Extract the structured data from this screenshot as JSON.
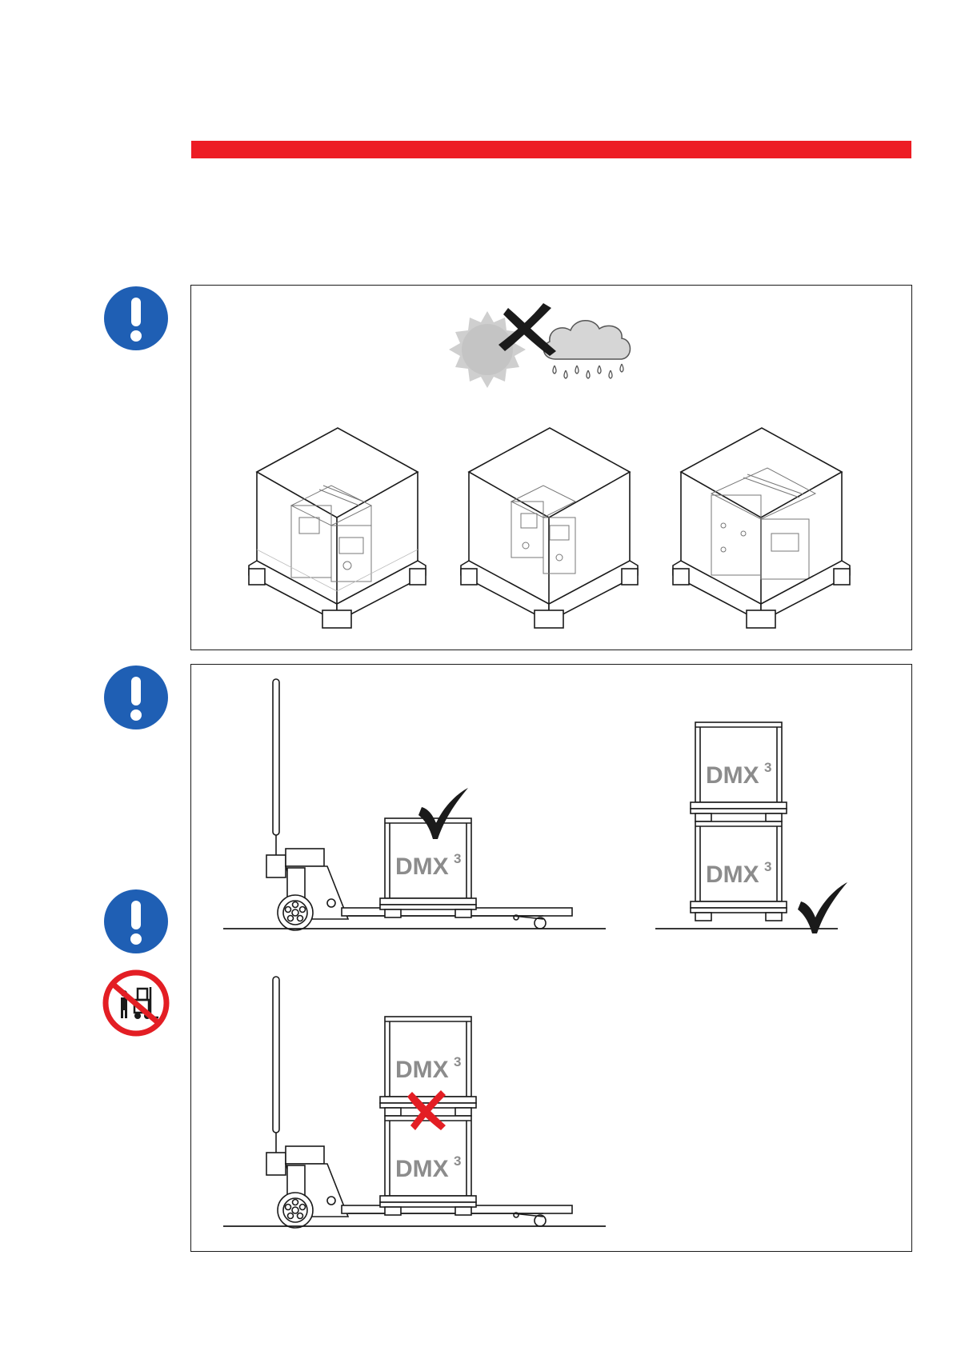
{
  "header": {
    "accent_color": "#ed1c24"
  },
  "icons": {
    "mandatory_color": "#1f5fb4",
    "prohibition_color": "#e31e24",
    "notice_1": "exclamation-icon",
    "notice_2": "exclamation-icon",
    "notice_3": "exclamation-icon",
    "no_pedestrians": "no-pedestrians-forklift-icon"
  },
  "weather": {
    "sun": "sun-icon",
    "cloud": "rain-cloud-icon",
    "mark": "cross-icon"
  },
  "pallets": [
    {
      "name": "packaged-breaker-front"
    },
    {
      "name": "packaged-breaker-side"
    },
    {
      "name": "packaged-breaker-rear"
    }
  ],
  "boxes": {
    "label_main": "DMX",
    "label_sup": "3"
  },
  "marks": {
    "ok_color": "#1a1a1a",
    "wrong_color": "#e31e24"
  }
}
